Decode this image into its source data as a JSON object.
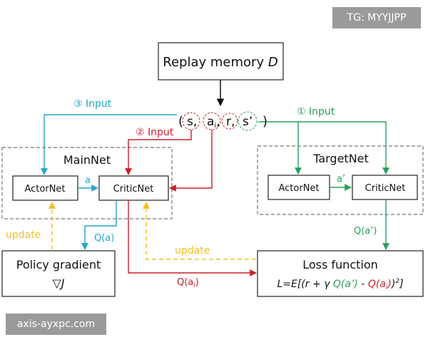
{
  "watermark_top": "TG: MYYJJPP",
  "watermark_bottom": "axis-ayxpc.com",
  "replay": {
    "text": "Replay memory ",
    "italic": "D"
  },
  "tuple": {
    "open": "(",
    "s": "s,",
    "a": "a",
    "a_sub": "i",
    "a_comma": ",",
    "r": "r,",
    "s2": "s’",
    "close": ")"
  },
  "groups": {
    "main": "MainNet",
    "target": "TargetNet"
  },
  "nodes": {
    "actor_main": "ActorNet",
    "critic_main": "CriticNet",
    "actor_target": "ActorNet",
    "critic_target": "CriticNet",
    "policy_title": "Policy gradient",
    "policy_symbol": "▽J",
    "loss_title": "Loss function",
    "loss_formula": {
      "p1": "L=E[(r + γ ",
      "p2": "Q(a’)",
      "p3": " - ",
      "p4": "Q(a",
      "p4_sub": "i",
      "p5": ")",
      "p6": ")",
      "p6_sup": "2",
      "p7": "]"
    }
  },
  "labels": {
    "input3": "③ Input",
    "input2": "② Input",
    "input1": "① Input",
    "a": "a",
    "a_prime": "a’",
    "q_a": "Q(a)",
    "q_a_prime": "Q(a’)",
    "q_ai": "Q(a",
    "q_ai_sub": "i",
    "q_ai_close": ")",
    "update_left": "update",
    "update_mid": "update"
  },
  "colors": {
    "blue": "#23a6c9",
    "red": "#c8202a",
    "green": "#27a05a",
    "yellow": "#f0c020",
    "gray": "#777777",
    "black": "#111111"
  }
}
